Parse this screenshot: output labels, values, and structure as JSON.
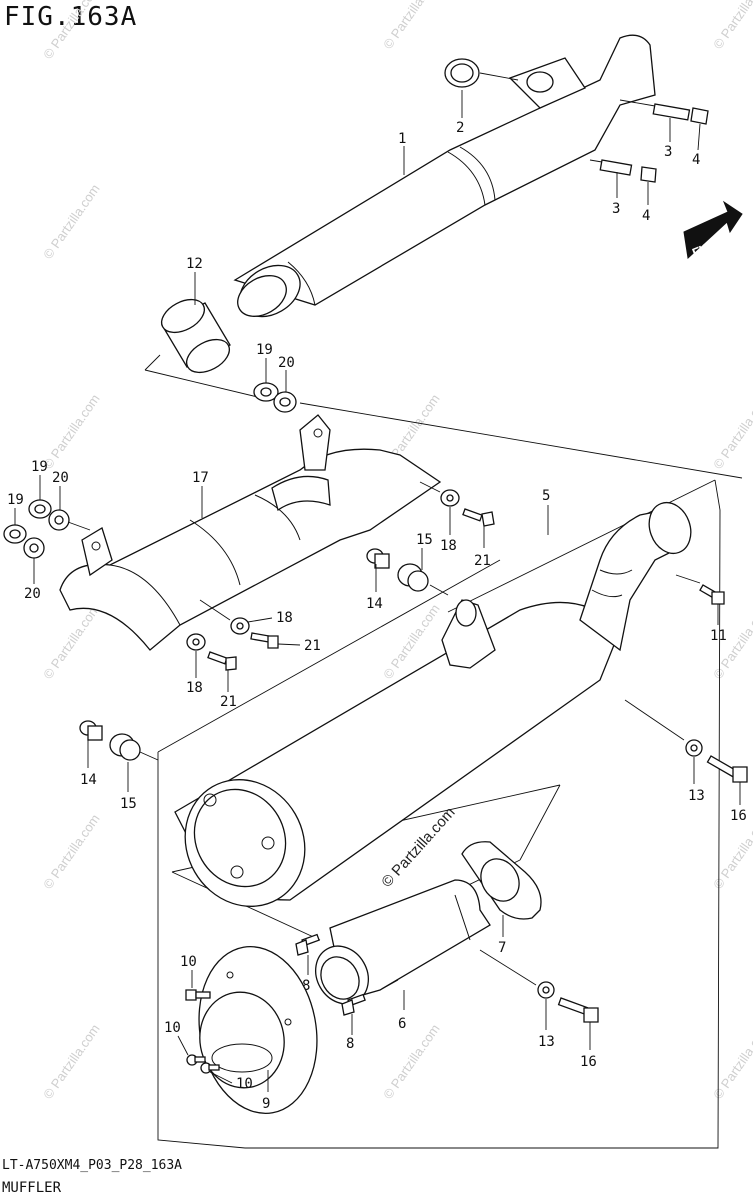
{
  "figure": {
    "title": "FIG.163A",
    "code": "LT-A750XM4_P03_P28_163A",
    "caption": "MUFFLER"
  },
  "direction_badge": "FWD",
  "watermark": "© Partzilla.com",
  "part_labels": {
    "p1": "1",
    "p2": "2",
    "p3a": "3",
    "p3b": "3",
    "p4a": "4",
    "p4b": "4",
    "p5": "5",
    "p6": "6",
    "p7": "7",
    "p8a": "8",
    "p8b": "8",
    "p9": "9",
    "p10a": "10",
    "p10b": "10",
    "p10c": "10",
    "p11": "11",
    "p12": "12",
    "p13a": "13",
    "p13b": "13",
    "p14a": "14",
    "p14b": "14",
    "p15a": "15",
    "p15b": "15",
    "p16a": "16",
    "p16b": "16",
    "p17": "17",
    "p18a": "18",
    "p18b": "18",
    "p18c": "18",
    "p19a": "19",
    "p19b": "19",
    "p19c": "19",
    "p20a": "20",
    "p20b": "20",
    "p20c": "20",
    "p21a": "21",
    "p21b": "21",
    "p21c": "21"
  }
}
